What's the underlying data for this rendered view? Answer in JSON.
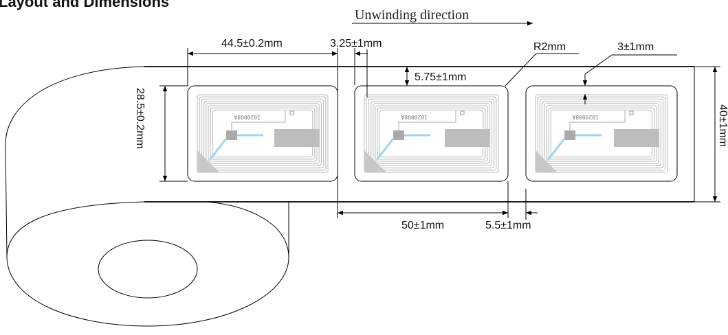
{
  "title": "Layout and Dimensions",
  "direction_label": "Unwinding direction",
  "dimensions": {
    "label_width": "44.5±0.2mm",
    "label_gap": "3.25±1mm",
    "corner_radius": "R2mm",
    "antenna_margin": "3±1mm",
    "top_margin": "5.75±1mm",
    "label_height": "28.5±0.2mm",
    "liner_width": "40±1mm",
    "pitch": "50±1mm",
    "antenna_offset": "5.5±1mm"
  },
  "chip_code": "1020008A",
  "colors": {
    "antenna": "#c8c8c8",
    "bridge": "#9fd3ee",
    "line": "#000000"
  }
}
